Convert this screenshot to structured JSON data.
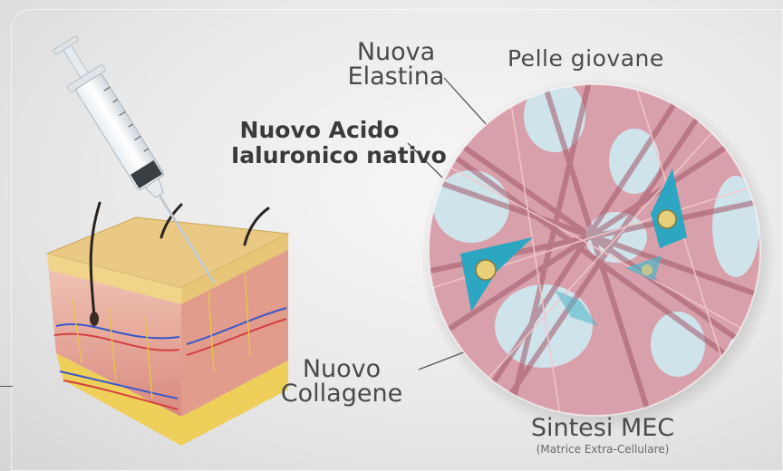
{
  "labels": {
    "elastina_line1": "Nuova",
    "elastina_line2": "Elastina",
    "pelle": "Pelle giovane",
    "acido_line1": "Nuovo Acido",
    "acido_line2": "Ialuronico nativo",
    "collagene_line1": "Nuovo",
    "collagene_line2": "Collagene",
    "mec": "Sintesi MEC",
    "mec_sub": "(Matrice Extra-Cellulare)"
  },
  "icons": {
    "syringe": "syringe-icon",
    "skin": "skin-cross-section-illustration",
    "matrix": "extracellular-matrix-illustration"
  },
  "colors": {
    "matrix_bg": "#d9a3ae",
    "fiber": "#9e5a6a",
    "cell": "#2aa9c4",
    "nucleus": "#e8d07a",
    "space": "#c8e3ec",
    "skin_top": "#e6c47c",
    "skin_body": "#e9b3a8",
    "fat": "#f1d469"
  }
}
